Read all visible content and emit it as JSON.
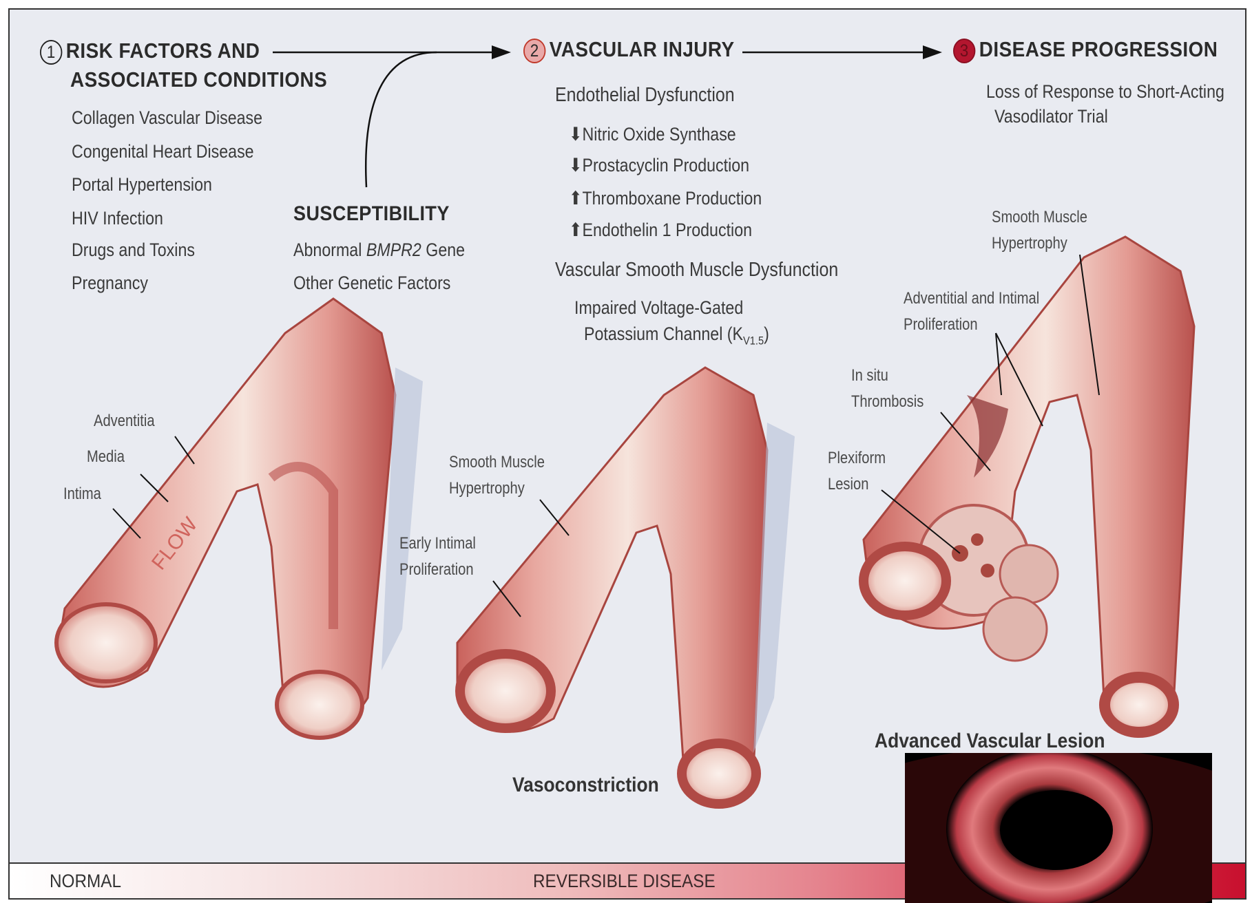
{
  "steps": {
    "one": {
      "num": "1",
      "title_line1": "RISK FACTORS AND",
      "title_line2": "ASSOCIATED CONDITIONS"
    },
    "two": {
      "num": "2",
      "title": "VASCULAR INJURY"
    },
    "three": {
      "num": "3",
      "title": "DISEASE PROGRESSION"
    }
  },
  "risk_factors": [
    "Collagen Vascular Disease",
    "Congenital Heart Disease",
    "Portal Hypertension",
    "HIV Infection",
    "Drugs and Toxins",
    "Pregnancy"
  ],
  "susceptibility": {
    "title": "SUSCEPTIBILITY",
    "line1_prefix": "Abnormal ",
    "line1_gene": "BMPR2",
    "line1_suffix": " Gene",
    "line2": "Other Genetic Factors"
  },
  "vascular_injury": {
    "endothelial": "Endothelial Dysfunction",
    "items": [
      {
        "dir": "down",
        "text": "Nitric Oxide Synthase"
      },
      {
        "dir": "down",
        "text": "Prostacyclin Production"
      },
      {
        "dir": "up",
        "text": "Thromboxane Production"
      },
      {
        "dir": "up",
        "text": "Endothelin 1 Production"
      }
    ],
    "smooth_muscle": "Vascular Smooth Muscle Dysfunction",
    "impaired_line1": "Impaired Voltage-Gated",
    "impaired_line2": "Potassium Channel (K",
    "impaired_sub": "V1.5",
    "impaired_close": ")"
  },
  "progression": {
    "line1": "Loss of Response to Short-Acting",
    "line2": "Vasodilator Trial"
  },
  "vessel_labels": {
    "adventitia": "Adventitia",
    "media": "Media",
    "intima": "Intima",
    "flow": "FLOW",
    "smooth_muscle_1": "Smooth Muscle",
    "hypertrophy_1": "Hypertrophy",
    "early_intimal": "Early Intimal",
    "proliferation_1": "Proliferation",
    "smooth_muscle_3": "Smooth Muscle",
    "hypertrophy_3": "Hypertrophy",
    "adv_intimal": "Adventitial and Intimal",
    "proliferation_3": "Proliferation",
    "in_situ": "In situ",
    "thrombosis": "Thrombosis",
    "plexiform": "Plexiform",
    "lesion": "Lesion"
  },
  "captions": {
    "vasoconstriction": "Vasoconstriction",
    "advanced": "Advanced Vascular Lesion"
  },
  "bar": {
    "normal": "NORMAL",
    "reversible": "REVERSIBLE DISEASE"
  },
  "colors": {
    "gradient_start": "#ffffff",
    "gradient_end": "#c8102e",
    "vessel": "#d98a86",
    "background": "#e9ebf1"
  }
}
